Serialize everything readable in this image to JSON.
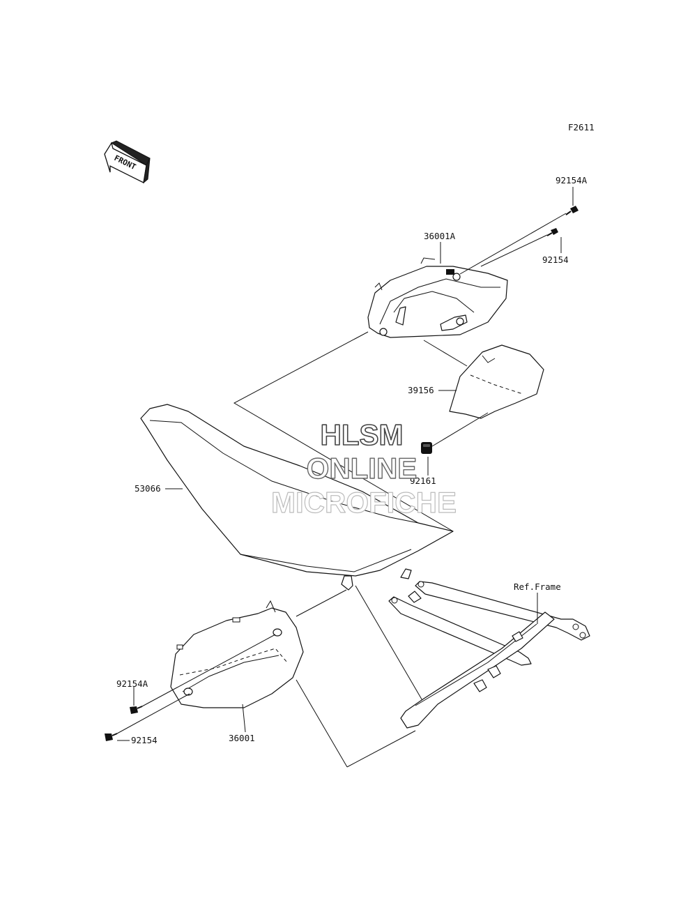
{
  "figure_code": "F2611",
  "front_label": "FRONT",
  "watermark": {
    "line1": "HLSM",
    "line2": "ONLINE",
    "line3": "MICROFICHE"
  },
  "callouts": {
    "p92154A_top": "92154A",
    "p36001A": "36001A",
    "p92154_top": "92154",
    "p39156": "39156",
    "p92161": "92161",
    "p53066": "53066",
    "ref_frame": "Ref.Frame",
    "p92154A_bottom": "92154A",
    "p36001": "36001",
    "p92154_bottom": "92154"
  },
  "colors": {
    "line": "#111111",
    "background": "#ffffff",
    "watermark_outline": "#555555",
    "watermark_faint": "#bbbbbb"
  }
}
